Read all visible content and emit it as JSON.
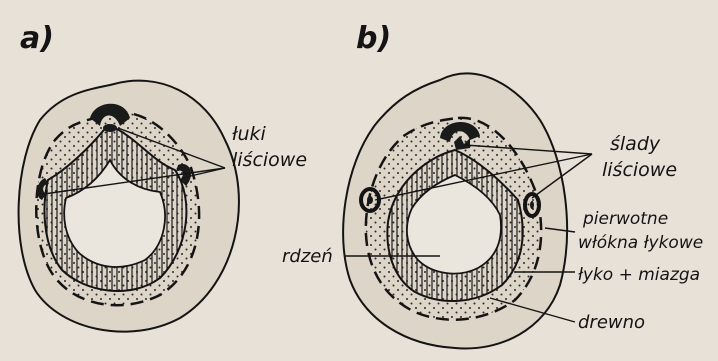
{
  "panels": [
    {
      "letter": "a)",
      "labels": [
        "łuki",
        "liściowe"
      ]
    },
    {
      "letter": "b)",
      "labels": [
        "ślady",
        "liściowe",
        "pierwotne",
        "włókna łykowe",
        "rdzeń",
        "łyko + miazga",
        "drewno"
      ]
    }
  ],
  "colors": {
    "paper": "#e7e1d7",
    "ink": "#141414",
    "cortex": "#d9d1c4"
  }
}
